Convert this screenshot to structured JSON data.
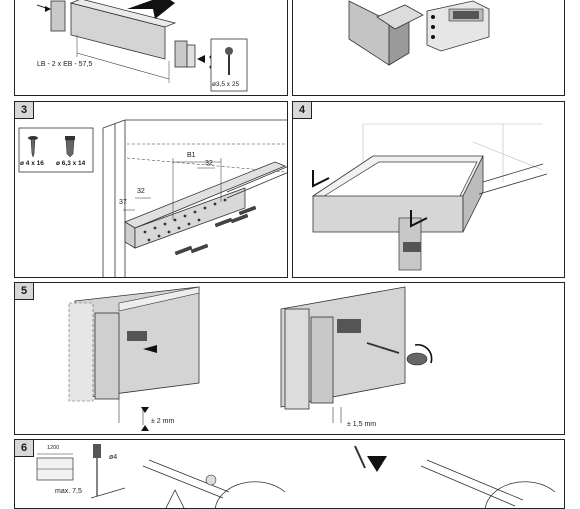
{
  "steps": {
    "step1": {
      "formula": "LB - 2 x EB - 57,5",
      "screw_size": "ø3,5 x 25"
    },
    "step3": {
      "number": "3",
      "screw_a": "ø 4 x 16",
      "screw_b": "ø 6,3 x 14",
      "dim_b1": "B1",
      "dim_32a": "32",
      "dim_32b": "32",
      "dim_37": "37"
    },
    "step4": {
      "number": "4"
    },
    "step5": {
      "number": "5",
      "adjust_left": "± 2 mm",
      "adjust_right": "± 1,5 mm"
    },
    "step6": {
      "number": "6",
      "dim_1200": "1200",
      "drill": "ø4",
      "max": "max. 7,5"
    }
  }
}
